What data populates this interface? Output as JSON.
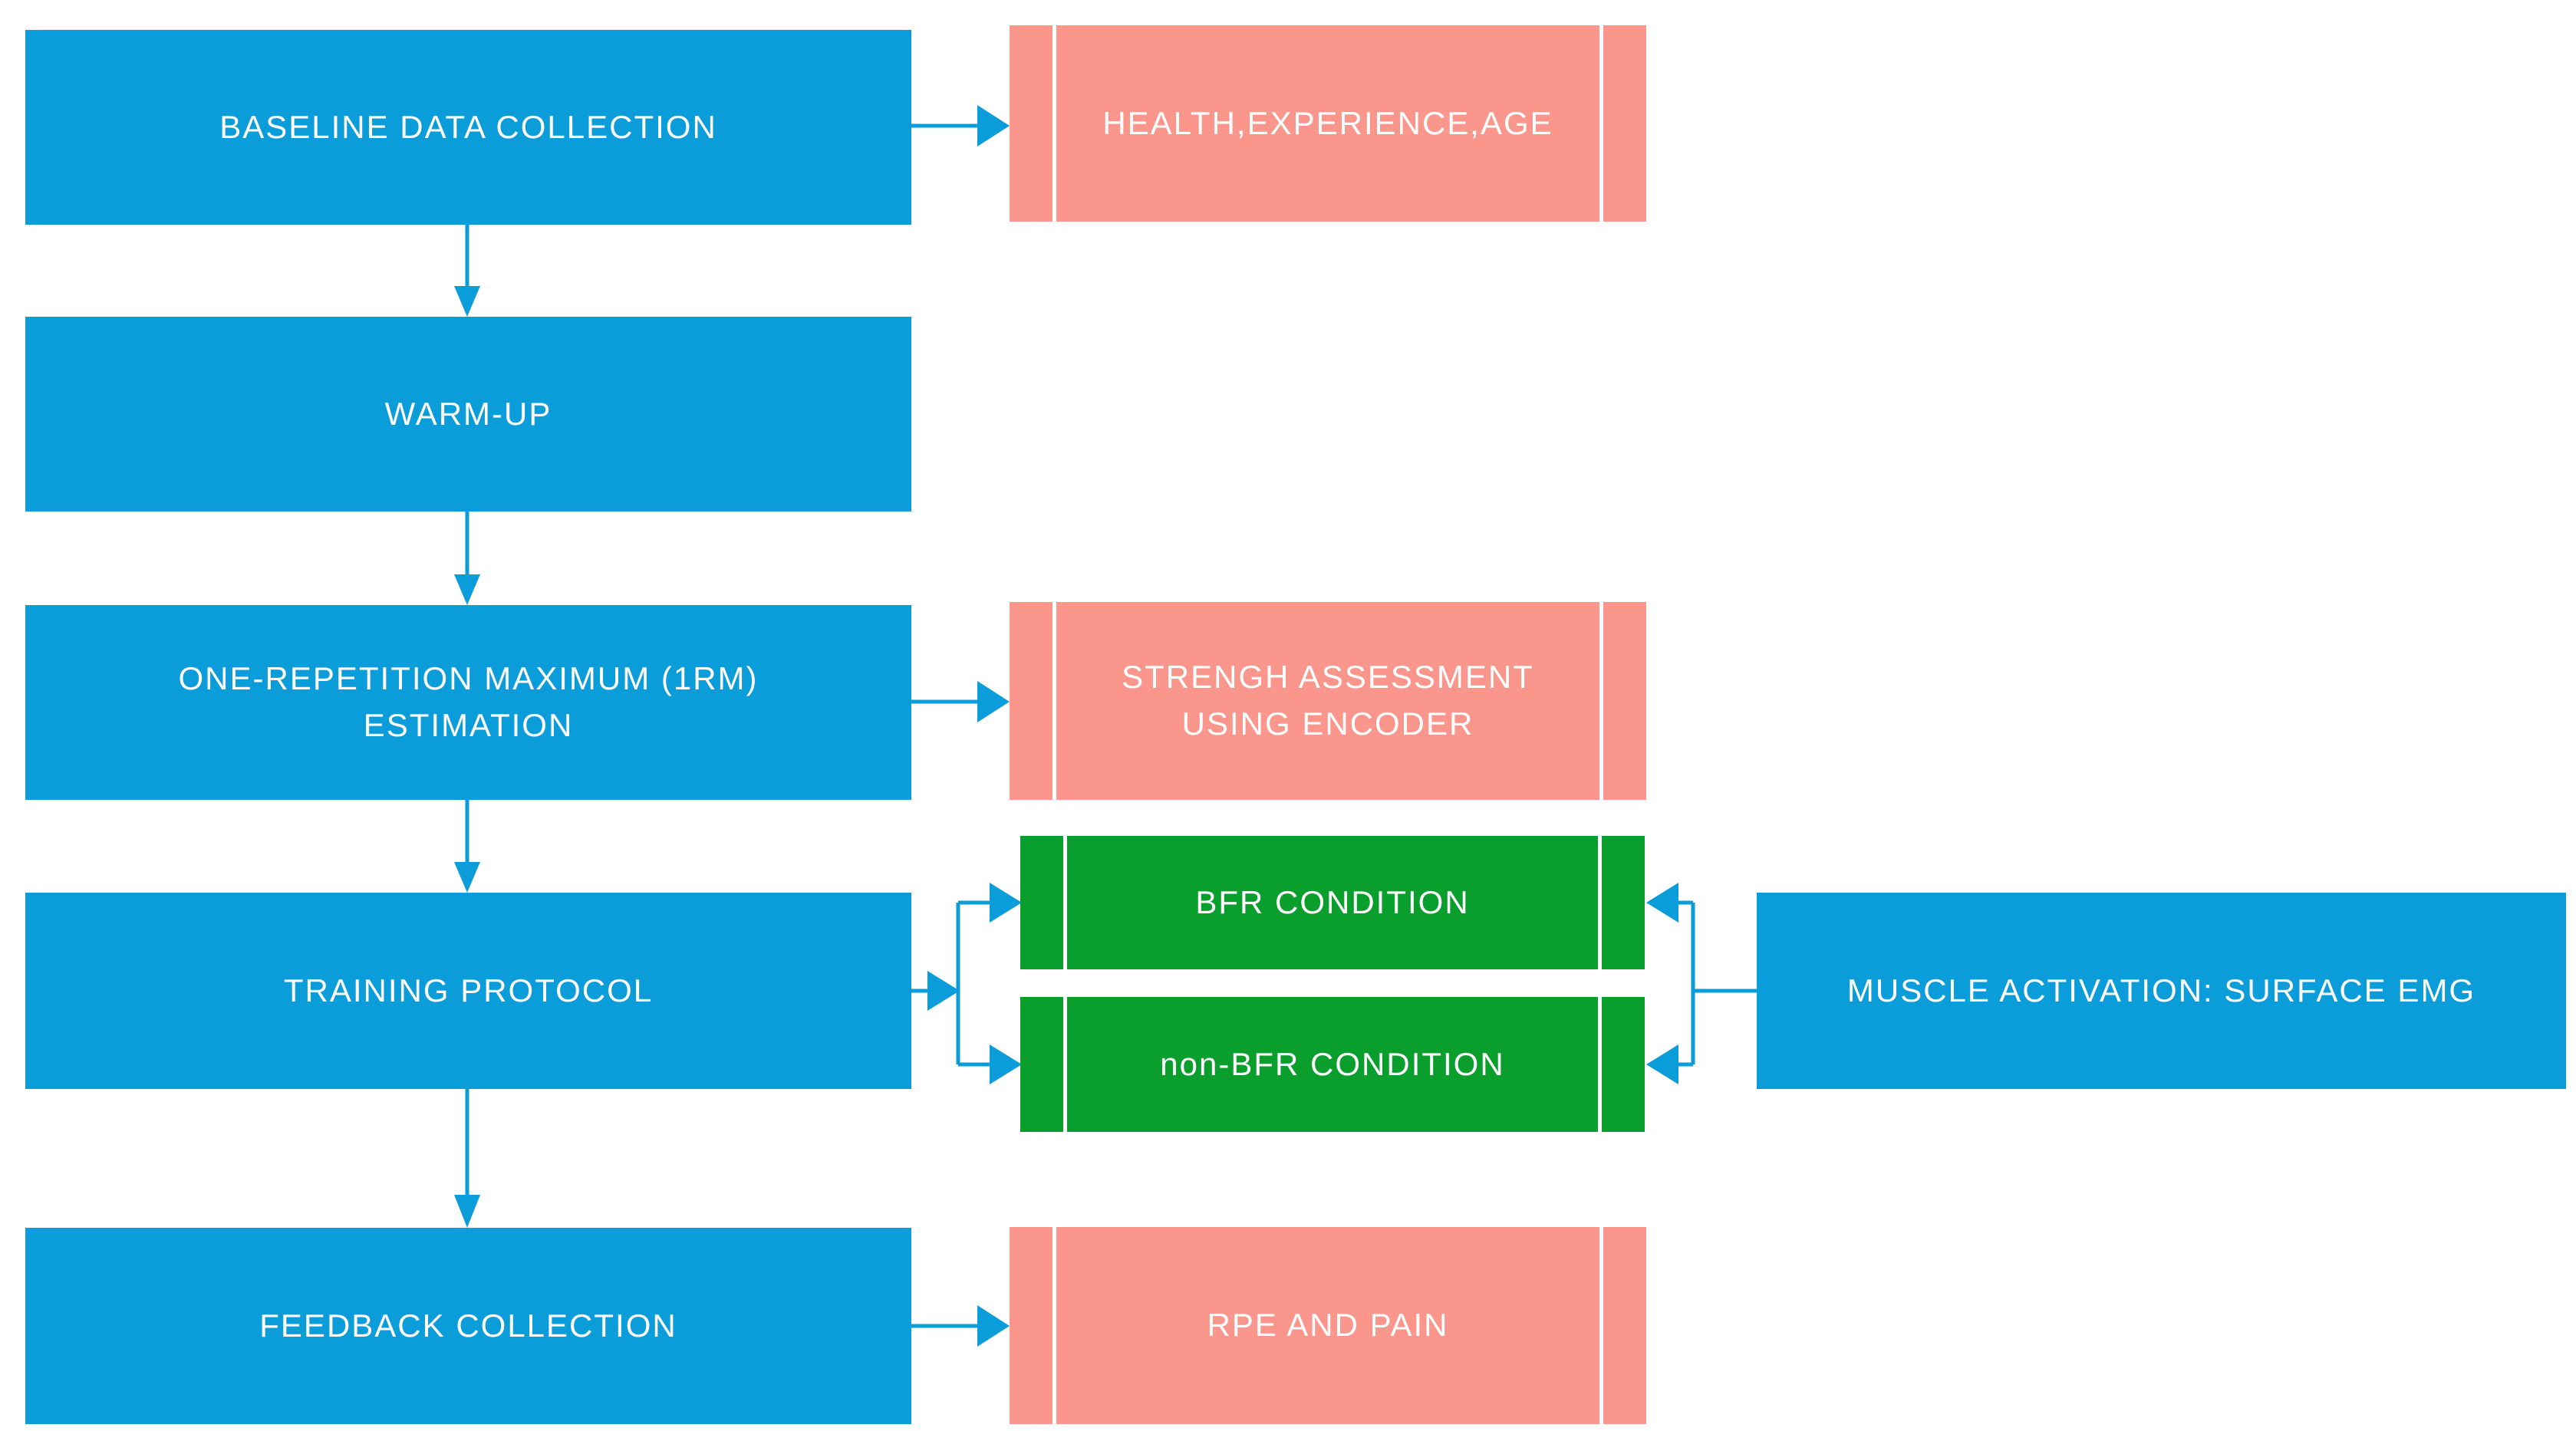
{
  "diagram": {
    "title": "BFR training study protocol flowchart",
    "nodes": {
      "baseline": {
        "label": "BASELINE DATA COLLECTION",
        "type": "process"
      },
      "warmup": {
        "label": "WARM-UP",
        "type": "process"
      },
      "onerm": {
        "label": "ONE-REPETITION MAXIMUM (1RM) ESTIMATION",
        "type": "process"
      },
      "training": {
        "label": "TRAINING PROTOCOL",
        "type": "process"
      },
      "feedback": {
        "label": "FEEDBACK COLLECTION",
        "type": "process"
      },
      "health": {
        "label": "HEALTH,EXPERIENCE,AGE",
        "type": "predefined-process"
      },
      "strength": {
        "label": "STRENGH ASSESSMENT USING ENCODER",
        "type": "predefined-process"
      },
      "bfr": {
        "label": "BFR CONDITION",
        "type": "predefined-process"
      },
      "nonbfr": {
        "label": "non-BFR CONDITION",
        "type": "predefined-process"
      },
      "emg": {
        "label": "MUSCLE ACTIVATION: SURFACE EMG",
        "type": "process"
      },
      "rpe": {
        "label": "RPE AND PAIN",
        "type": "predefined-process"
      }
    },
    "edges": [
      {
        "from": "baseline",
        "to": "health"
      },
      {
        "from": "baseline",
        "to": "warmup"
      },
      {
        "from": "warmup",
        "to": "onerm"
      },
      {
        "from": "onerm",
        "to": "strength"
      },
      {
        "from": "onerm",
        "to": "training"
      },
      {
        "from": "training",
        "to": "bfr"
      },
      {
        "from": "training",
        "to": "nonbfr"
      },
      {
        "from": "emg",
        "to": "bfr"
      },
      {
        "from": "emg",
        "to": "nonbfr"
      },
      {
        "from": "training",
        "to": "feedback"
      },
      {
        "from": "feedback",
        "to": "rpe"
      }
    ],
    "colors": {
      "process_blue": "#0B9CDA",
      "data_pink": "#FB968C",
      "condition_green": "#0A9E2D",
      "connector_blue": "#0B9CDA",
      "text": "#FFFFFF",
      "background": "#FFFFFF"
    }
  }
}
